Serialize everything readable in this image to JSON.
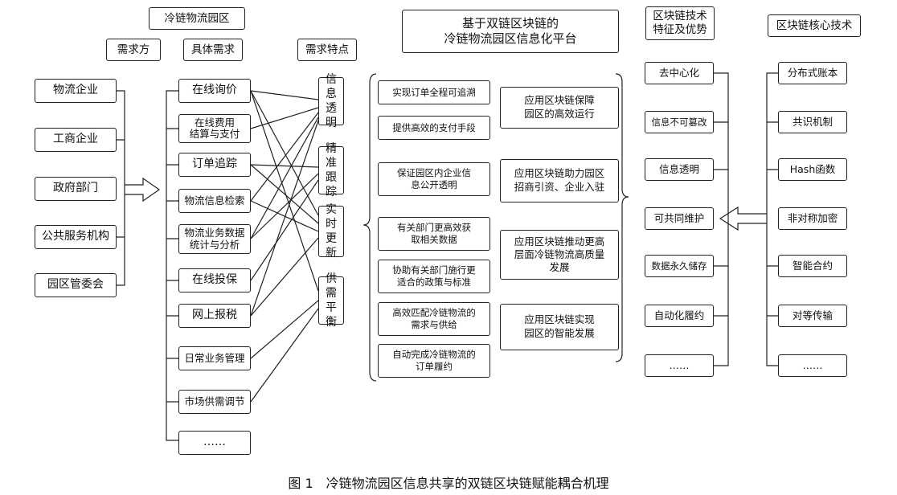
{
  "headers": {
    "park": "冷链物流园区",
    "demanders": "需求方",
    "specific_needs": "具体需求",
    "features": "需求特点",
    "platform": "基于双链区块链的\n冷链物流园区信息化平台",
    "tech_features": "区块链技术\n特征及优势",
    "core_tech": "区块链核心技术"
  },
  "demanders": [
    "物流企业",
    "工商企业",
    "政府部门",
    "公共服务机构",
    "园区管委会"
  ],
  "needs": [
    "在线询价",
    "在线费用\n结算与支付",
    "订单追踪",
    "物流信息检索",
    "物流业务数据\n统计与分析",
    "在线投保",
    "网上报税",
    "日常业务管理",
    "市场供需调节",
    "……"
  ],
  "features": [
    "信息\n透明",
    "精准\n跟踪",
    "实时\n更新",
    "供需\n平衡"
  ],
  "platform_left": [
    "实现订单全程可追溯",
    "提供高效的支付手段",
    "保证园区内企业信\n息公开透明",
    "有关部门更高效获\n取相关数据",
    "协助有关部门施行更\n适合的政策与标准",
    "高效匹配冷链物流的\n需求与供给",
    "自动完成冷链物流的\n订单履约"
  ],
  "platform_right": [
    "应用区块链保障\n园区的高效运行",
    "应用区块链助力园区\n招商引资、企业入驻",
    "应用区块链推动更高\n层面冷链物流高质量\n发展",
    "应用区块链实现\n园区的智能发展"
  ],
  "tech_features": [
    "去中心化",
    "信息不可篡改",
    "信息透明",
    "可共同维护",
    "数据永久储存",
    "自动化履约",
    "……"
  ],
  "core_tech": [
    "分布式账本",
    "共识机制",
    "Hash函数",
    "非对称加密",
    "智能合约",
    "对等传输",
    "……"
  ],
  "caption": "图 1　冷链物流园区信息共享的双链区块链赋能耦合机理"
}
